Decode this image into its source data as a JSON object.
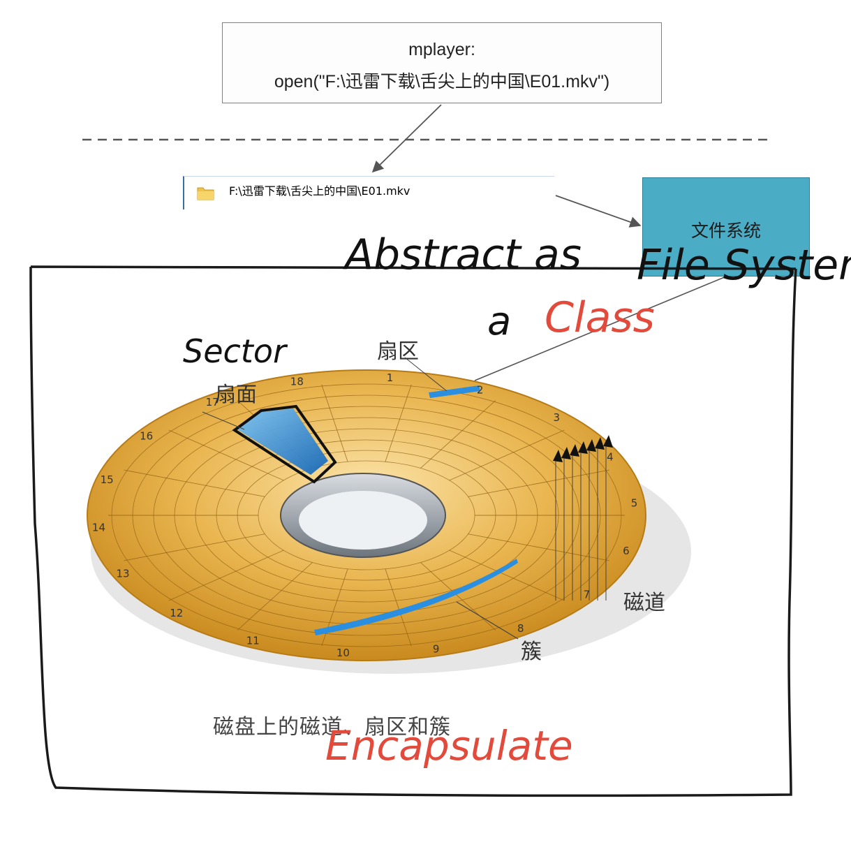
{
  "top_box": {
    "line1": "mplayer:",
    "line2": "open(\"F:\\迅雷下载\\舌尖上的中国\\E01.mkv\")"
  },
  "path_bar": {
    "selected_path": "F:\\迅雷下载\\舌尖上的中国\\E01.mkv"
  },
  "fs_box": {
    "label": "文件系统"
  },
  "handwriting": {
    "abstract_as": "Abstract as",
    "file_system": "File System",
    "a_class_a": "a",
    "a_class_class": "Class",
    "sector": "Sector",
    "encapsulate": "Encapsulate"
  },
  "disk": {
    "label_sector": "扇区",
    "label_surface": "扇面",
    "label_track": "磁道",
    "label_cluster": "簇",
    "caption": "磁盘上的磁道、扇区和簇",
    "sector_numbers": [
      "1",
      "2",
      "3",
      "4",
      "5",
      "6",
      "7",
      "8",
      "9",
      "10",
      "11",
      "12",
      "13",
      "14",
      "15",
      "16",
      "17",
      "18"
    ]
  },
  "colors": {
    "fs_box_fill": "#4bacc6",
    "disk_gold": "#e2a93b",
    "sector_blue": "#2a8fe0",
    "handwriting_red": "#e24a3b",
    "selection_blue": "#3399ff"
  }
}
